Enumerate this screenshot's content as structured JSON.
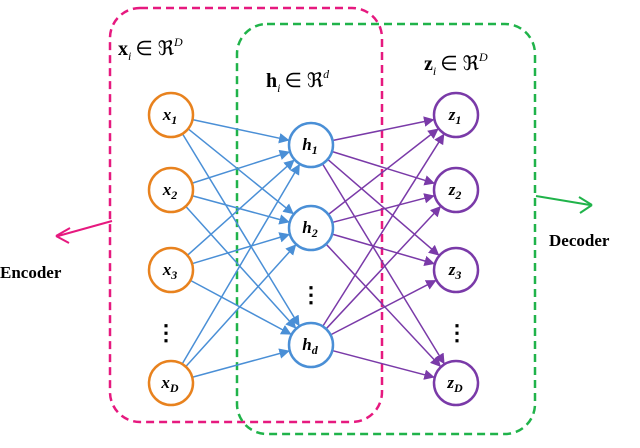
{
  "colors": {
    "encoder_box": "#e6197f",
    "decoder_box": "#20b34a",
    "input_node": "#e8821e",
    "hidden_node": "#4a8fd6",
    "output_node": "#7a3aa8",
    "enc_edges": "#4a8fd6",
    "dec_edges": "#7a3aa8"
  },
  "headers": {
    "x": {
      "sym": "x",
      "sub": "i",
      "rel": "∈ ℜ",
      "sup": "D"
    },
    "h": {
      "sym": "h",
      "sub": "i",
      "rel": "∈ ℜ",
      "sup": "d"
    },
    "z": {
      "sym": "z",
      "sub": "i",
      "rel": "∈ ℜ",
      "sup": "D"
    }
  },
  "labels": {
    "encoder": "Encoder",
    "decoder": "Decoder",
    "ellipsis": "⋮"
  },
  "input_nodes": [
    {
      "var": "x",
      "sub": "1"
    },
    {
      "var": "x",
      "sub": "2"
    },
    {
      "var": "x",
      "sub": "3"
    },
    {
      "var": "x",
      "sub": "D"
    }
  ],
  "hidden_nodes": [
    {
      "var": "h",
      "sub": "1"
    },
    {
      "var": "h",
      "sub": "2"
    },
    {
      "var": "h",
      "sub": "d"
    }
  ],
  "output_nodes": [
    {
      "var": "z",
      "sub": "1"
    },
    {
      "var": "z",
      "sub": "2"
    },
    {
      "var": "z",
      "sub": "3"
    },
    {
      "var": "z",
      "sub": "D"
    }
  ]
}
